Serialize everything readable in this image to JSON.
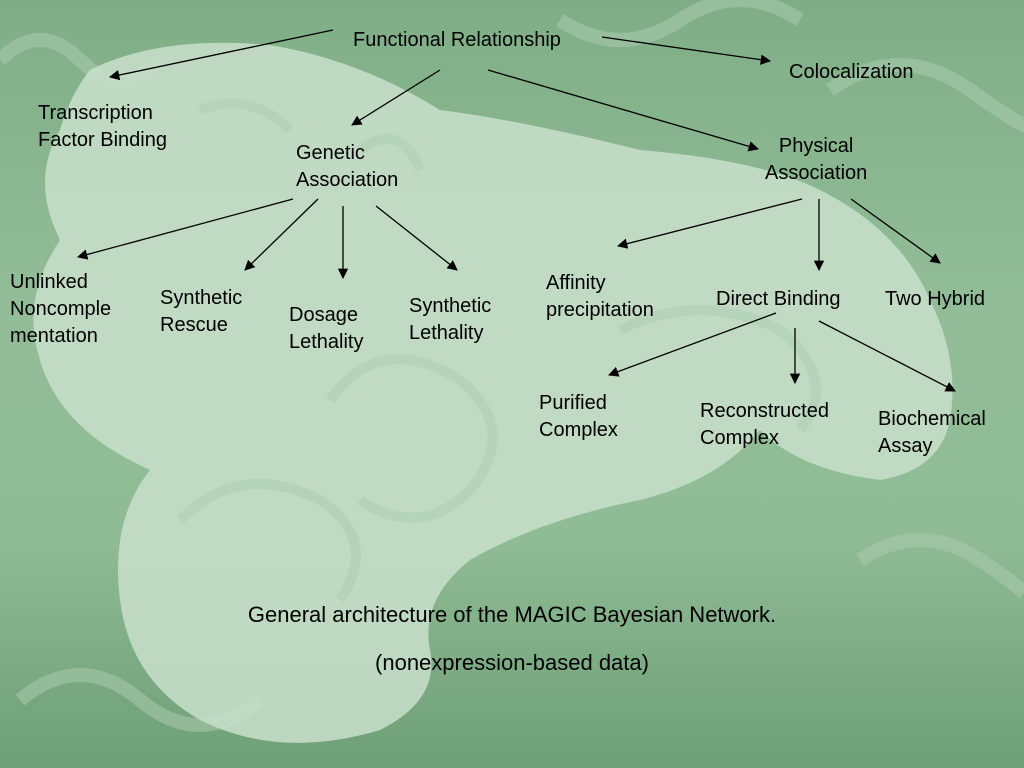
{
  "diagram": {
    "nodes": {
      "functional_relationship": "Functional Relationship",
      "colocalization": "Colocalization",
      "transcription_factor_binding": "Transcription\nFactor Binding",
      "genetic_association": "Genetic\nAssociation",
      "physical_association": "Physical\nAssociation",
      "unlinked_noncomplementation": "Unlinked\nNoncomple\nmentation",
      "synthetic_rescue": "Synthetic\nRescue",
      "dosage_lethality": "Dosage\nLethality",
      "synthetic_lethality": "Synthetic\nLethality",
      "affinity_precipitation": "Affinity\nprecipitation",
      "direct_binding": "Direct Binding",
      "two_hybrid": "Two Hybrid",
      "purified_complex": "Purified\nComplex",
      "reconstructed_complex": "Reconstructed\nComplex",
      "biochemical_assay": "Biochemical\nAssay"
    },
    "edges": [
      [
        "functional_relationship",
        "transcription_factor_binding"
      ],
      [
        "functional_relationship",
        "colocalization"
      ],
      [
        "functional_relationship",
        "genetic_association"
      ],
      [
        "functional_relationship",
        "physical_association"
      ],
      [
        "genetic_association",
        "unlinked_noncomplementation"
      ],
      [
        "genetic_association",
        "synthetic_rescue"
      ],
      [
        "genetic_association",
        "dosage_lethality"
      ],
      [
        "genetic_association",
        "synthetic_lethality"
      ],
      [
        "physical_association",
        "affinity_precipitation"
      ],
      [
        "physical_association",
        "direct_binding"
      ],
      [
        "physical_association",
        "two_hybrid"
      ],
      [
        "direct_binding",
        "purified_complex"
      ],
      [
        "direct_binding",
        "reconstructed_complex"
      ],
      [
        "direct_binding",
        "biochemical_assay"
      ]
    ]
  },
  "caption": {
    "line1": "General architecture of the MAGIC Bayesian Network.",
    "line2": "(nonexpression-based data)"
  },
  "colors": {
    "background": "#8fbb95",
    "carving": "#c9dfcb",
    "arrow": "#000000"
  }
}
